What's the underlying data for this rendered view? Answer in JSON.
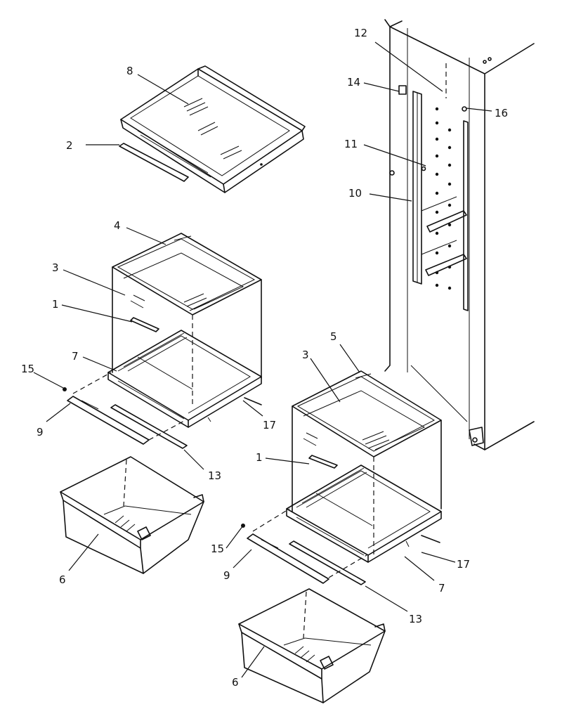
{
  "callouts": {
    "c1a": "1",
    "c1b": "1",
    "c2": "2",
    "c3a": "3",
    "c3b": "3",
    "c4": "4",
    "c5": "5",
    "c6a": "6",
    "c6b": "6",
    "c7a": "7",
    "c7b": "7",
    "c8": "8",
    "c9a": "9",
    "c9b": "9",
    "c10": "10",
    "c11": "11",
    "c12": "12",
    "c13a": "13",
    "c13b": "13",
    "c14": "14",
    "c15a": "15",
    "c15b": "15",
    "c16": "16",
    "c17a": "17",
    "c17b": "17"
  }
}
